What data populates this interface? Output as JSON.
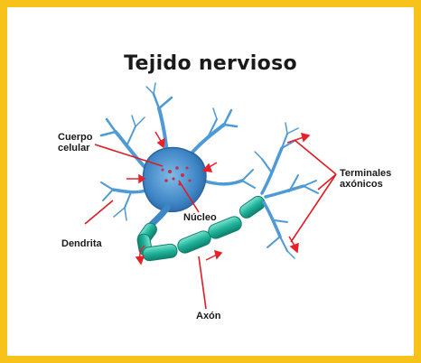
{
  "title": "Tejido nervioso",
  "labels": {
    "cuerpo_line1": "Cuerpo",
    "cuerpo_line2": "celular",
    "nucleo": "Núcleo",
    "dendrita": "Dendrita",
    "axon": "Axón",
    "terminales_line1": "Terminales",
    "terminales_line2": "axónicos"
  },
  "colors": {
    "frame": "#f7c21a",
    "soma": "#3f86c6",
    "dendrite": "#4e9ad6",
    "myelin": "#1fb39a",
    "arrow": "#e8202a",
    "leader": "#e01b22"
  }
}
